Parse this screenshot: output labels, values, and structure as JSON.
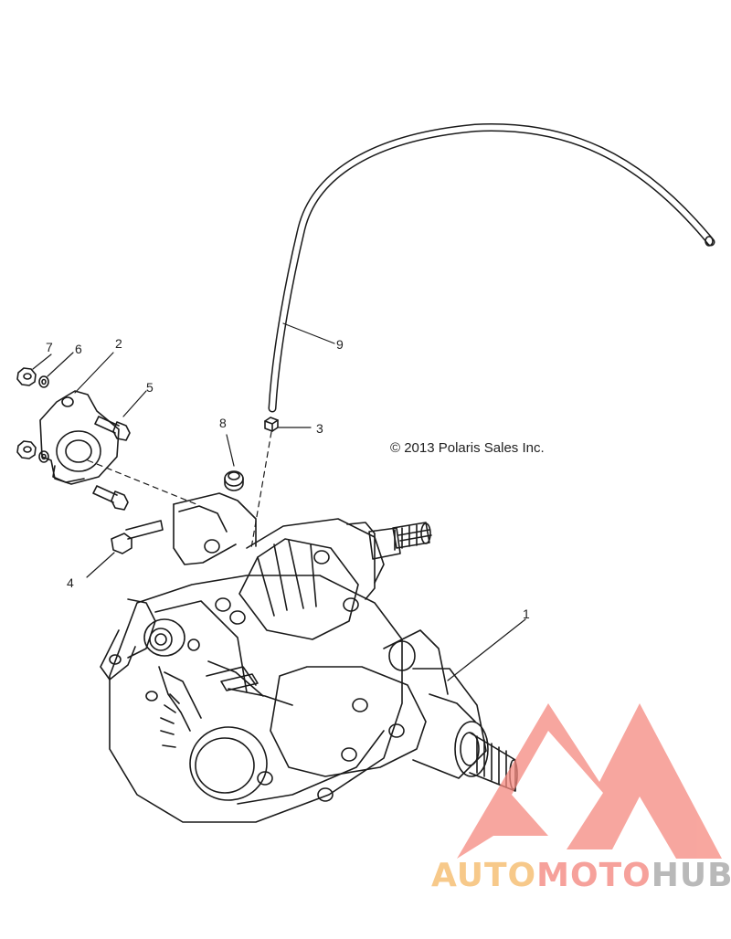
{
  "diagram": {
    "callouts": [
      {
        "id": "1",
        "label": "1"
      },
      {
        "id": "2",
        "label": "2"
      },
      {
        "id": "3",
        "label": "3"
      },
      {
        "id": "4",
        "label": "4"
      },
      {
        "id": "5",
        "label": "5"
      },
      {
        "id": "6",
        "label": "6"
      },
      {
        "id": "7",
        "label": "7"
      },
      {
        "id": "8",
        "label": "8"
      },
      {
        "id": "9",
        "label": "9"
      }
    ],
    "copyright": "© 2013 Polaris Sales Inc."
  },
  "watermark": {
    "text_part1": "AUTO",
    "text_part2": "MOTO",
    "text_part3": "HUB",
    "colors": {
      "auto": "#f7c98a",
      "moto": "#f6a19b",
      "hub": "#b9b9b9",
      "triangle": "#f5897f"
    }
  }
}
